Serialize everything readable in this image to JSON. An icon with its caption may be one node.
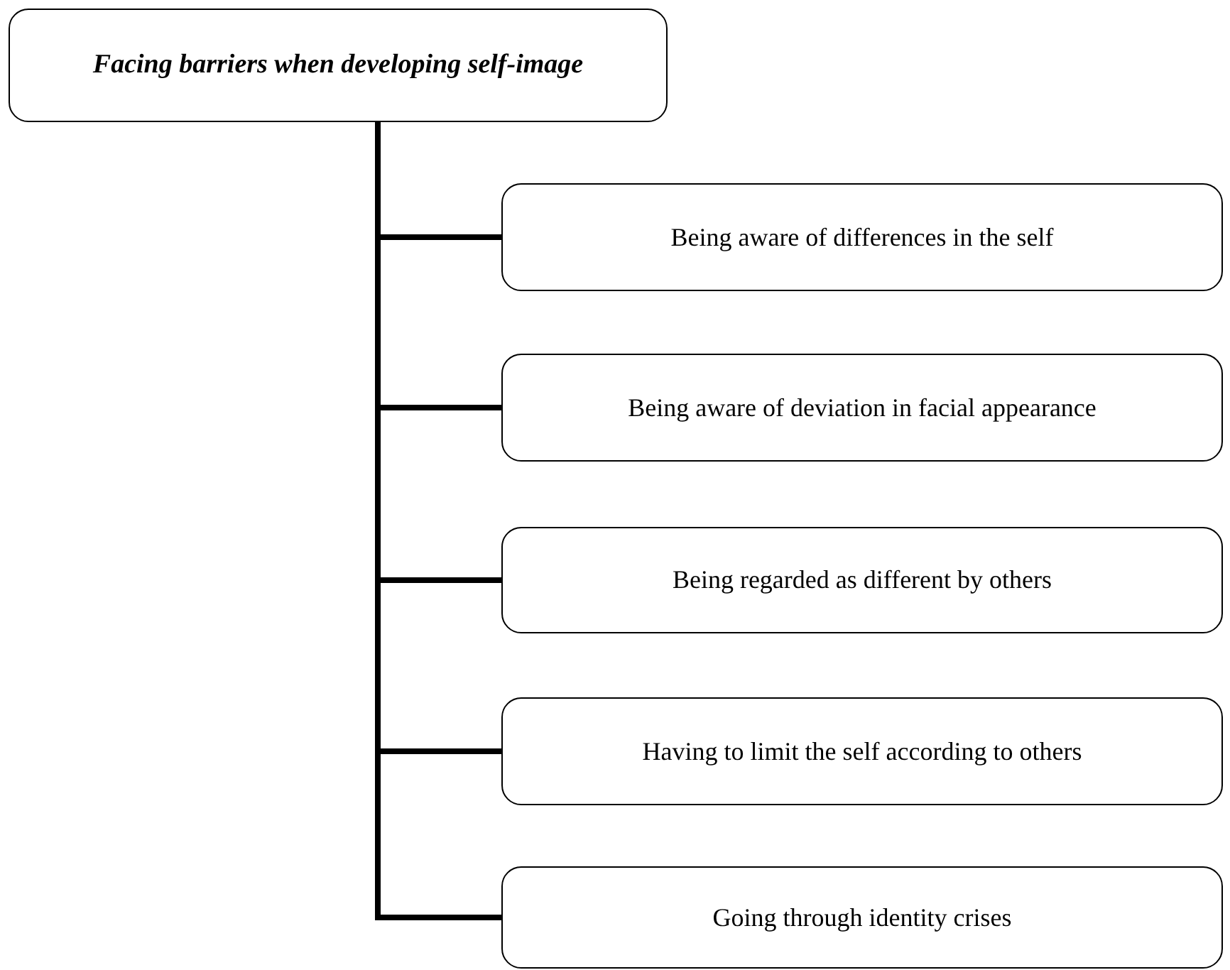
{
  "diagram": {
    "nodes": [
      {
        "text": [
          "Facing barriers when developing self-image"
        ]
      },
      {
        "text": [
          "Being aware of differences in the self"
        ]
      },
      {
        "text": [
          "Being aware of deviation in facial appearance"
        ]
      },
      {
        "text": [
          "Being regarded as different by others"
        ]
      },
      {
        "text": [
          "Having to limit the self according to others"
        ]
      },
      {
        "text": [
          "Going through identity crises"
        ]
      }
    ],
    "edges": [
      {
        "from": 0,
        "to": 1,
        "arrow": "none"
      },
      {
        "from": 0,
        "to": 2,
        "arrow": "none"
      },
      {
        "from": 0,
        "to": 3,
        "arrow": "none"
      },
      {
        "from": 0,
        "to": 4,
        "arrow": "none"
      },
      {
        "from": 0,
        "to": 5,
        "arrow": "none"
      }
    ]
  }
}
